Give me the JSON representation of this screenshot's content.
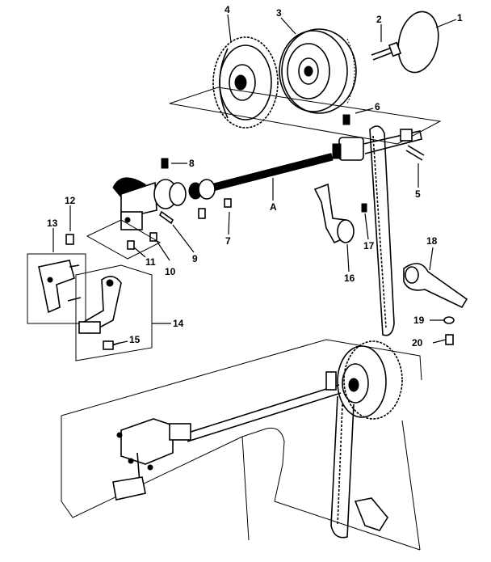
{
  "callouts": [
    {
      "id": "c1",
      "label": "1"
    },
    {
      "id": "c2",
      "label": "2"
    },
    {
      "id": "c3",
      "label": "3"
    },
    {
      "id": "c4",
      "label": "4"
    },
    {
      "id": "c5",
      "label": "5"
    },
    {
      "id": "c6",
      "label": "6"
    },
    {
      "id": "c7",
      "label": "7"
    },
    {
      "id": "c8",
      "label": "8"
    },
    {
      "id": "c9",
      "label": "9"
    },
    {
      "id": "c10",
      "label": "10"
    },
    {
      "id": "c11",
      "label": "11"
    },
    {
      "id": "c12",
      "label": "12"
    },
    {
      "id": "c13",
      "label": "13"
    },
    {
      "id": "c14",
      "label": "14"
    },
    {
      "id": "c15",
      "label": "15"
    },
    {
      "id": "c16",
      "label": "16"
    },
    {
      "id": "c17",
      "label": "17"
    },
    {
      "id": "c18",
      "label": "18"
    },
    {
      "id": "c19",
      "label": "19"
    },
    {
      "id": "c20",
      "label": "20"
    },
    {
      "id": "cA",
      "label": "A"
    }
  ]
}
